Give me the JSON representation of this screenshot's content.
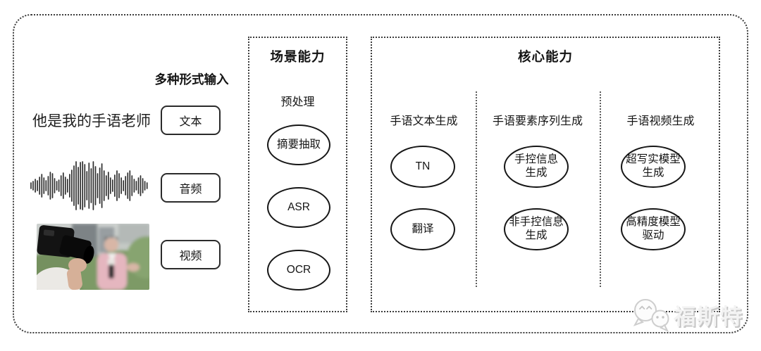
{
  "canvas": {
    "background": "#ffffff",
    "border_color": "#3c3c3c",
    "node_border_color": "#161616"
  },
  "input_section": {
    "label": "多种形式输入",
    "sample_text": "他是我的手语老师",
    "items": [
      {
        "label": "文本",
        "icon": "text-sentence"
      },
      {
        "label": "音频",
        "icon": "audio-waveform-icon"
      },
      {
        "label": "视频",
        "icon": "video-thumbnail-reporter"
      }
    ]
  },
  "scene_section": {
    "title": "场景能力",
    "subtitle": "预处理",
    "nodes": [
      {
        "lines": [
          "摘要抽取"
        ]
      },
      {
        "lines": [
          "ASR"
        ]
      },
      {
        "lines": [
          "OCR"
        ]
      }
    ]
  },
  "core_section": {
    "title": "核心能力",
    "columns": [
      {
        "header": "手语文本生成",
        "nodes": [
          {
            "lines": [
              "TN"
            ]
          },
          {
            "lines": [
              "翻译"
            ]
          }
        ]
      },
      {
        "header": "手语要素序列生成",
        "nodes": [
          {
            "lines": [
              "手控信息",
              "生成"
            ]
          },
          {
            "lines": [
              "非手控信息",
              "生成"
            ]
          }
        ]
      },
      {
        "header": "手语视频生成",
        "nodes": [
          {
            "lines": [
              "超写实模型",
              "生成"
            ]
          },
          {
            "lines": [
              "高精度模型",
              "驱动"
            ]
          }
        ]
      }
    ]
  },
  "watermark": {
    "text": "福斯特",
    "icon": "chat-bubbles-logo-icon",
    "color": "#d9d9d9"
  }
}
